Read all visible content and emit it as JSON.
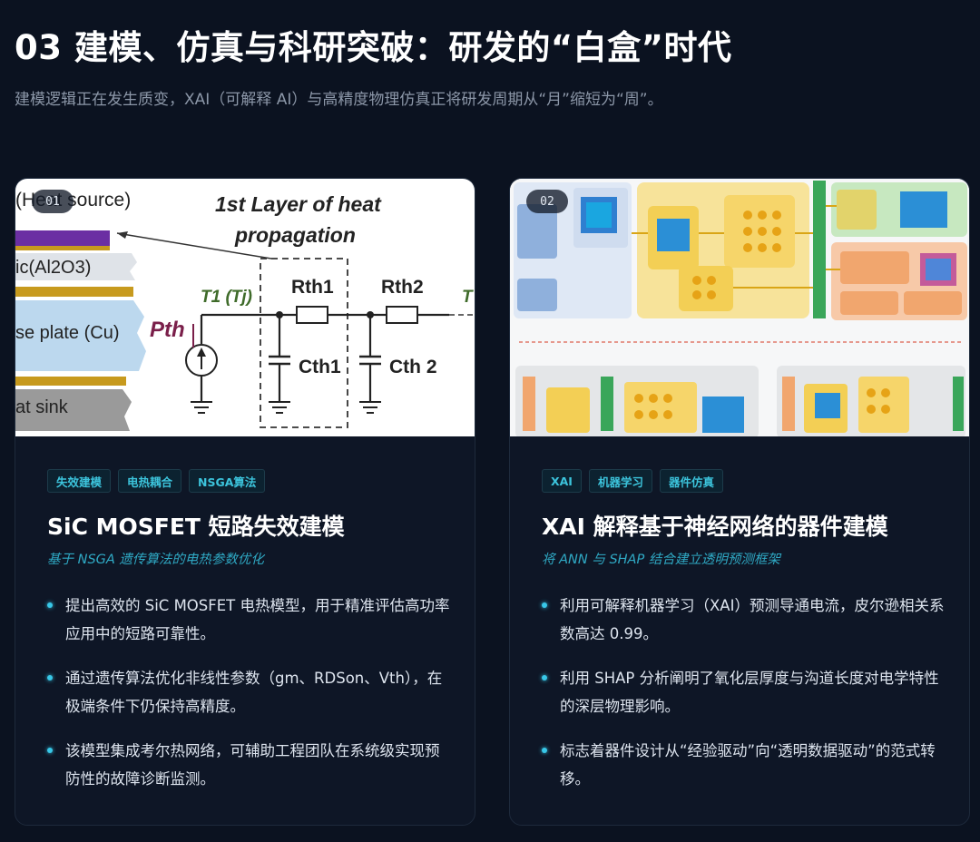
{
  "header": {
    "title": "03 建模、仿真与科研突破：研发的“白盒”时代",
    "subtitle": "建模逻辑正在发生质变，XAI（可解释 AI）与高精度物理仿真正将研发周期从“月”缩短为“周”。"
  },
  "cards": [
    {
      "number": "01",
      "figure": {
        "heat_source": "(Heat source)",
        "layer_title_1": "1st Layer of heat",
        "layer_title_2": "propagation",
        "ceramic": "ic(Al2O3)",
        "base_plate": "se plate (Cu)",
        "heat_sink": "at sink",
        "pth": "Pth",
        "t1": "T1 (Tj)",
        "rth1": "Rth1",
        "rth2": "Rth2",
        "cth1": "Cth1",
        "cth2": "Cth 2",
        "t2": "T"
      },
      "tags": [
        "失效建模",
        "电热耦合",
        "NSGA算法"
      ],
      "title": "SiC MOSFET 短路失效建模",
      "subtitle": "基于 NSGA 遗传算法的电热参数优化",
      "bullets": [
        "提出高效的 SiC MOSFET 电热模型，用于精准评估高功率应用中的短路可靠性。",
        "通过遗传算法优化非线性参数（gm、RDSon、Vth），在极端条件下仍保持高精度。",
        "该模型集成考尔热网络，可辅助工程团队在系统级实现预防性的故障诊断监测。"
      ]
    },
    {
      "number": "02",
      "tags": [
        "XAI",
        "机器学习",
        "器件仿真"
      ],
      "title": "XAI 解释基于神经网络的器件建模",
      "subtitle": "将 ANN 与 SHAP 结合建立透明预测框架",
      "bullets": [
        "利用可解释机器学习（XAI）预测导通电流，皮尔逊相关系数高达 0.99。",
        "利用 SHAP 分析阐明了氧化层厚度与沟道长度对电学特性的深层物理影响。",
        "标志着器件设计从“经验驱动”向“透明数据驱动”的范式转移。"
      ]
    }
  ],
  "colors": {
    "background": "#0b1220",
    "card": "#0e1626",
    "accent": "#38c8e8",
    "tag_text": "#3cc4dc"
  }
}
